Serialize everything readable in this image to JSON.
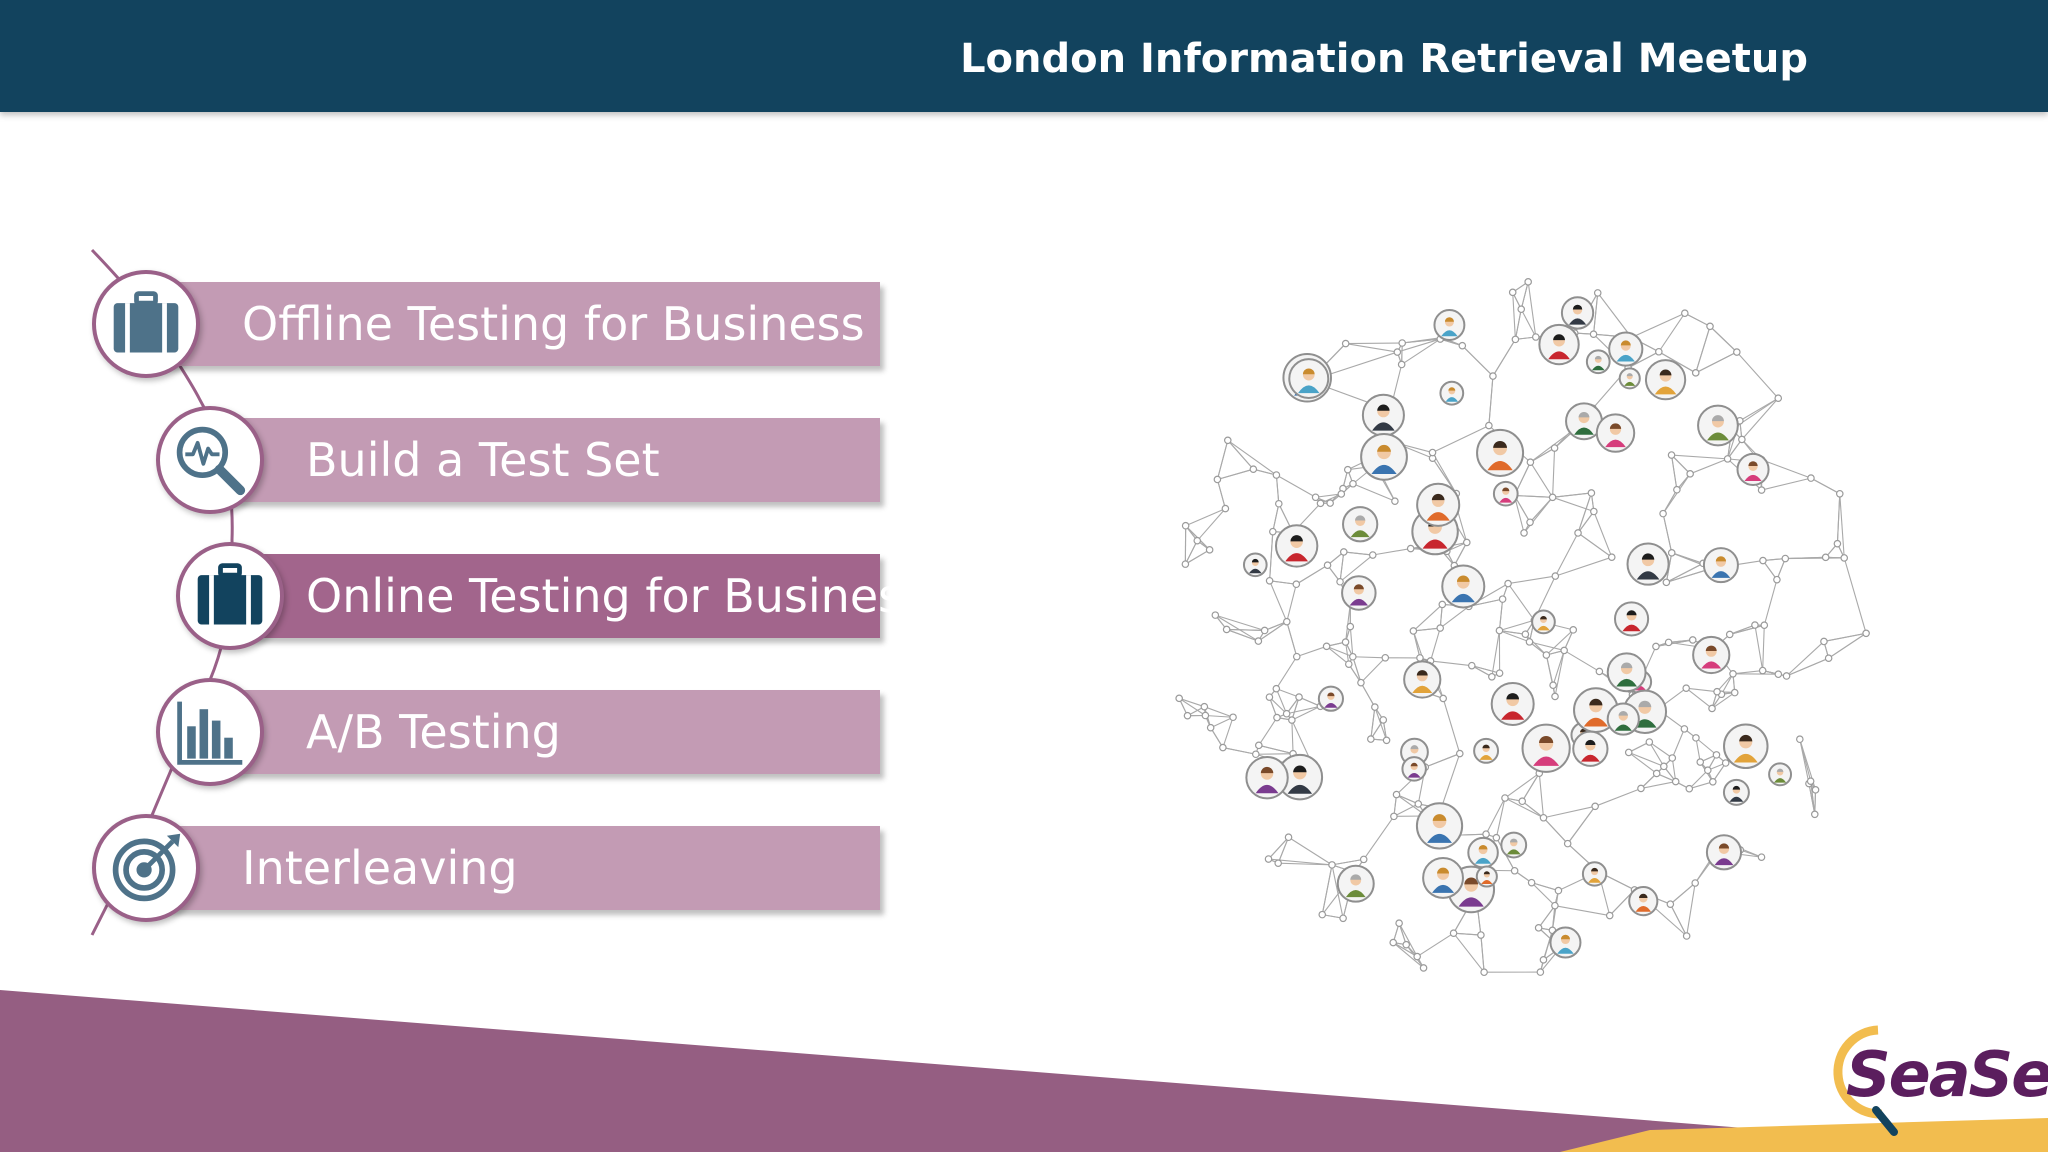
{
  "header": {
    "title": "London Information Retrieval Meetup"
  },
  "agenda": {
    "items": [
      {
        "label": "Offline Testing for Business",
        "icon": "briefcase-icon",
        "active": false
      },
      {
        "label": "Build a Test Set",
        "icon": "magnifier-pulse-icon",
        "active": false
      },
      {
        "label": "Online Testing for Business",
        "icon": "briefcase-icon",
        "active": true
      },
      {
        "label": "A/B Testing",
        "icon": "bar-chart-icon",
        "active": false
      },
      {
        "label": "Interleaving",
        "icon": "target-icon",
        "active": false
      }
    ]
  },
  "colors": {
    "header": "#12435e",
    "bar": "#c39bb4",
    "bar_active": "#a2658c",
    "icon": "#4e7289",
    "icon_active": "#12435e",
    "footer": "#955e82",
    "footer_accent": "#f2bd4f"
  },
  "logo": {
    "text": "SeaSe"
  }
}
